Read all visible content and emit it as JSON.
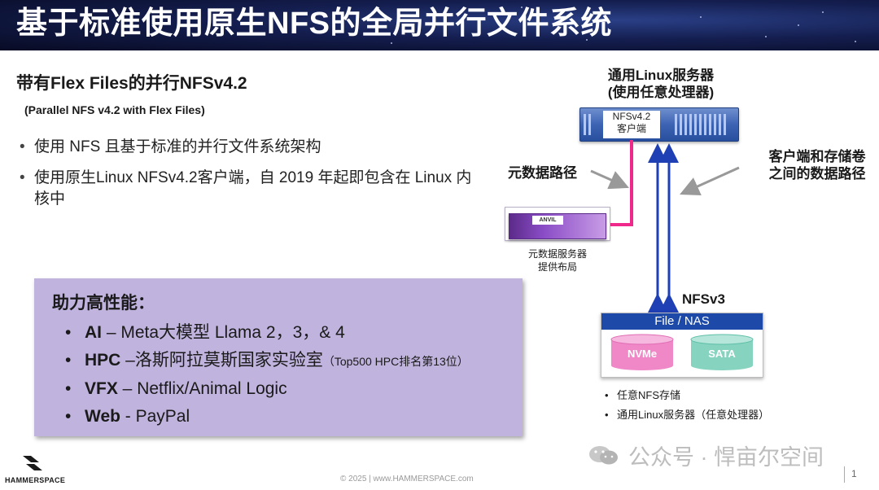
{
  "header": {
    "title": "基于标准使用原生NFS的全局并行文件系统"
  },
  "left": {
    "subtitle": "带有Flex Files的并行NFSv4.2",
    "subtitle_en": "(Parallel NFS v4.2 with Flex Files)",
    "bullets": [
      "使用 NFS 且基于标准的并行文件系统架构",
      "使用原生Linux NFSv4.2客户端，自 2019 年起即包含在 Linux 内核中"
    ]
  },
  "performance": {
    "title": "助力高性能：",
    "items": [
      {
        "lead": "AI",
        "rest": " – Meta大模型 Llama 2，3，& 4",
        "small": ""
      },
      {
        "lead": "HPC",
        "rest": " –洛斯阿拉莫斯国家实验室",
        "small": "（Top500 HPC排名第13位）"
      },
      {
        "lead": "VFX",
        "rest": " – Netflix/Animal Logic",
        "small": ""
      },
      {
        "lead": "Web",
        "rest": " - PayPal",
        "small": ""
      }
    ]
  },
  "diagram": {
    "server_title_1": "通用Linux服务器",
    "server_title_2": "(使用任意处理器)",
    "client_line_1": "NFSv4.2",
    "client_line_2": "客户端",
    "metadata_path": "元数据路径",
    "data_path_1": "客户端和存储卷",
    "data_path_2": "之间的数据路径",
    "anvil": "ANVIL",
    "metadata_server_1": "元数据服务器",
    "metadata_server_2": "提供布局",
    "nfsv3": "NFSv3",
    "nas_header": "File / NAS",
    "nvme": "NVMe",
    "sata": "SATA",
    "notes": [
      "任意NFS存储",
      "通用Linux服务器（任意处理器）"
    ],
    "colors": {
      "metadata_line": "#f0288c",
      "data_line": "#1f3fb4",
      "nas_header": "#1d4aa8"
    }
  },
  "footer": {
    "logo": "HAMMERSPACE",
    "copyright": "© 2025  |  www.HAMMERSPACE.com",
    "watermark": "公众号 · 悍亩尔空间",
    "page": "1"
  }
}
